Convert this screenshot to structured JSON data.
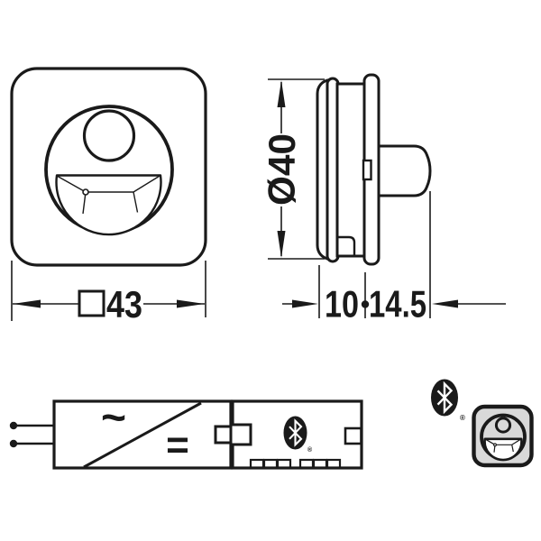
{
  "colors": {
    "background": "#ffffff",
    "line": "#1a1a1a",
    "icon_fill": "#d9d9d9"
  },
  "front_view": {
    "width_label": "43"
  },
  "side_view": {
    "diameter_label": "Ø40",
    "front_depth_label": "10",
    "rear_depth_label": "14.5"
  },
  "schematic": {
    "ac_symbol": "~",
    "dc_symbol": "=",
    "bluetooth_registered_mark": "®"
  },
  "badges": {
    "bluetooth_registered_mark": "®"
  }
}
